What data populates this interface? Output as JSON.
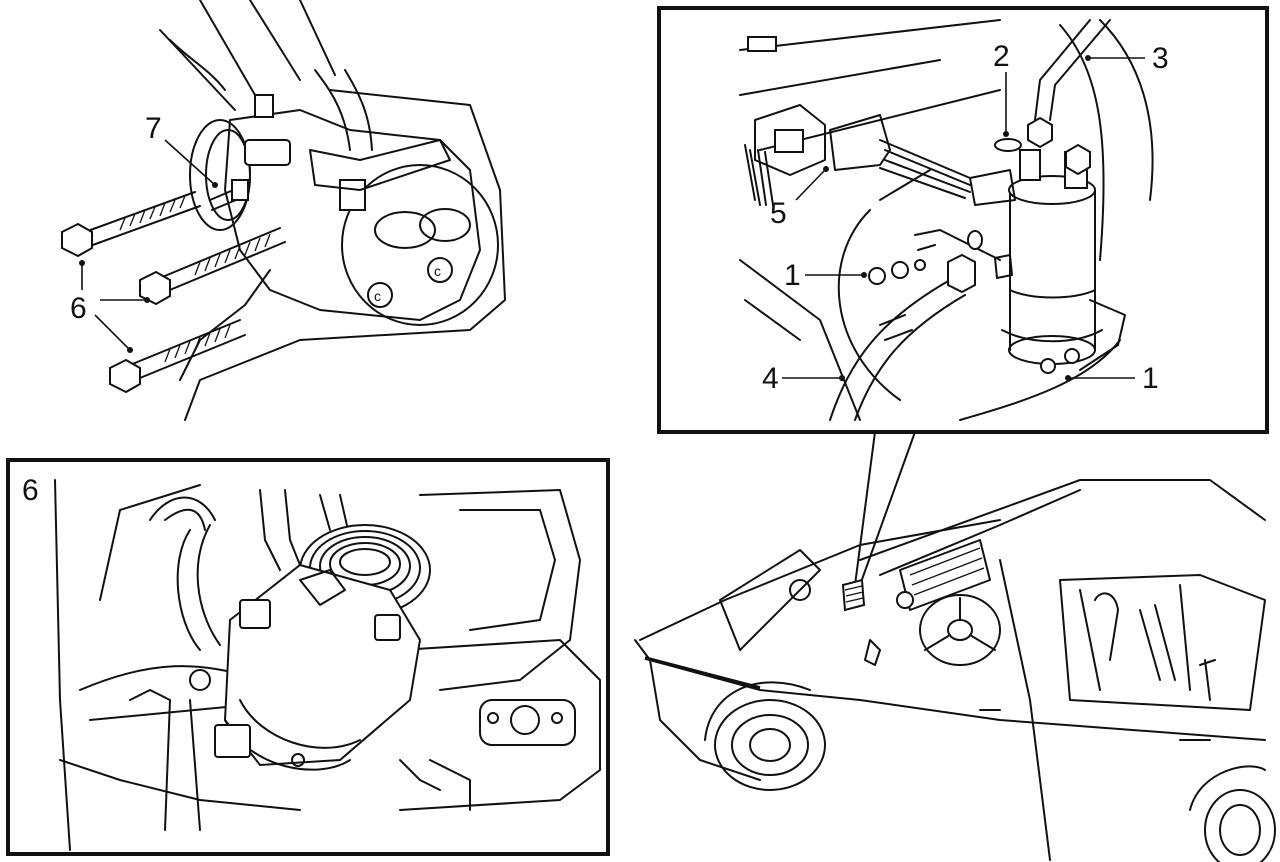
{
  "callouts": {
    "c1a": "1",
    "c1b": "1",
    "c2": "2",
    "c3": "3",
    "c4": "4",
    "c5": "5",
    "c6": "6",
    "c7": "7"
  },
  "inset_label": "6"
}
